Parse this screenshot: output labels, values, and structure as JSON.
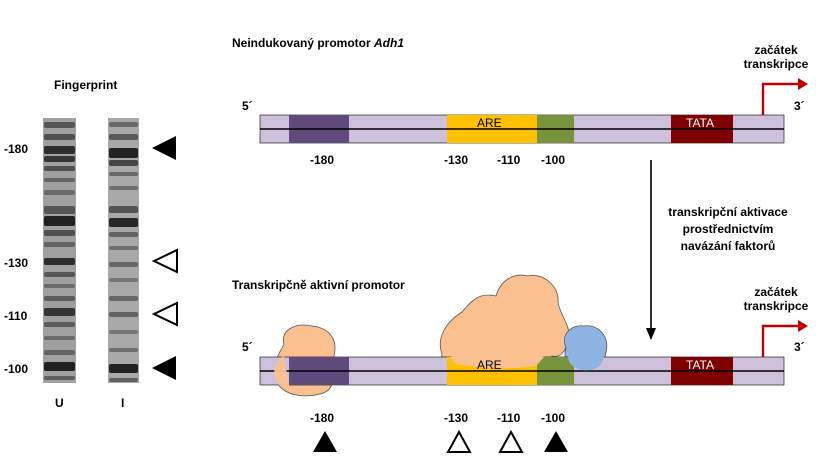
{
  "gel": {
    "title": "Fingerprint",
    "lane_labels": [
      "U",
      "I"
    ],
    "position_labels": [
      "-180",
      "-130",
      "-110",
      "-100"
    ]
  },
  "top_promoter": {
    "title_prefix": "Neindukovaný promotor ",
    "title_gene": "Adh1",
    "end_5": "5´",
    "end_3": "3´",
    "element_are": "ARE",
    "element_tata": "TATA",
    "position_labels": [
      "-180",
      "-130",
      "-110",
      "-100"
    ],
    "tss_label_line1": "začátek",
    "tss_label_line2": "transkripce"
  },
  "transition": {
    "line1": "transkripční aktivace",
    "line2": "prostřednictvím",
    "line3": "navázání faktorů"
  },
  "bottom_promoter": {
    "title": "Transkripčně aktivní promotor",
    "end_5": "5´",
    "end_3": "3´",
    "element_are": "ARE",
    "element_tata": "TATA",
    "position_labels": [
      "-180",
      "-130",
      "-110",
      "-100"
    ],
    "tss_label_line1": "začátek",
    "tss_label_line2": "transkripce"
  },
  "colors": {
    "strand_fill": "#ccc0da",
    "element_purple": "#604a7b",
    "element_are": "#ffc000",
    "element_green": "#77933c",
    "element_tata": "#7f0000",
    "arrow_red": "#c00000",
    "factor_peach": "#fac090",
    "factor_blue": "#8eb4e3"
  }
}
